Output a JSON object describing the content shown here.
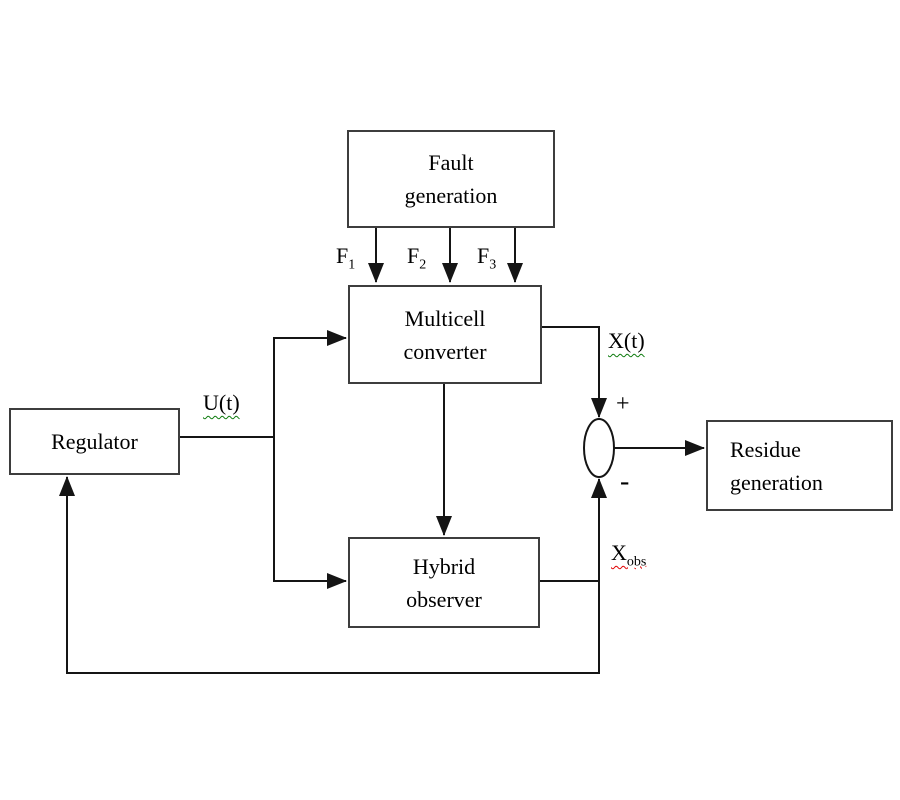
{
  "diagram": {
    "background_color": "#ffffff",
    "line_color": "#151515",
    "box_border_color": "#3d3d3d",
    "text_color": "#000000",
    "boxes": {
      "fault_generation": {
        "label": "Fault generation"
      },
      "multicell_converter": {
        "label": "Multicell converter"
      },
      "regulator": {
        "label": "Regulator"
      },
      "hybrid_observer": {
        "label": "Hybrid observer"
      },
      "residue_generation": {
        "label": "Residue generation"
      }
    },
    "signals": {
      "f1": {
        "base": "F",
        "sub": "1"
      },
      "f2": {
        "base": "F",
        "sub": "2"
      },
      "f3": {
        "base": "F",
        "sub": "3"
      },
      "u_t": {
        "text": "U(t)",
        "squiggle_color": "#0c7a0c"
      },
      "x_t": {
        "text": "X(t)",
        "squiggle_color": "#0c7a0c"
      },
      "x_obs": {
        "base": "X",
        "sub": "obs",
        "squiggle_color": "#e00000"
      },
      "sum_plus": "+",
      "sum_minus": "-"
    }
  }
}
